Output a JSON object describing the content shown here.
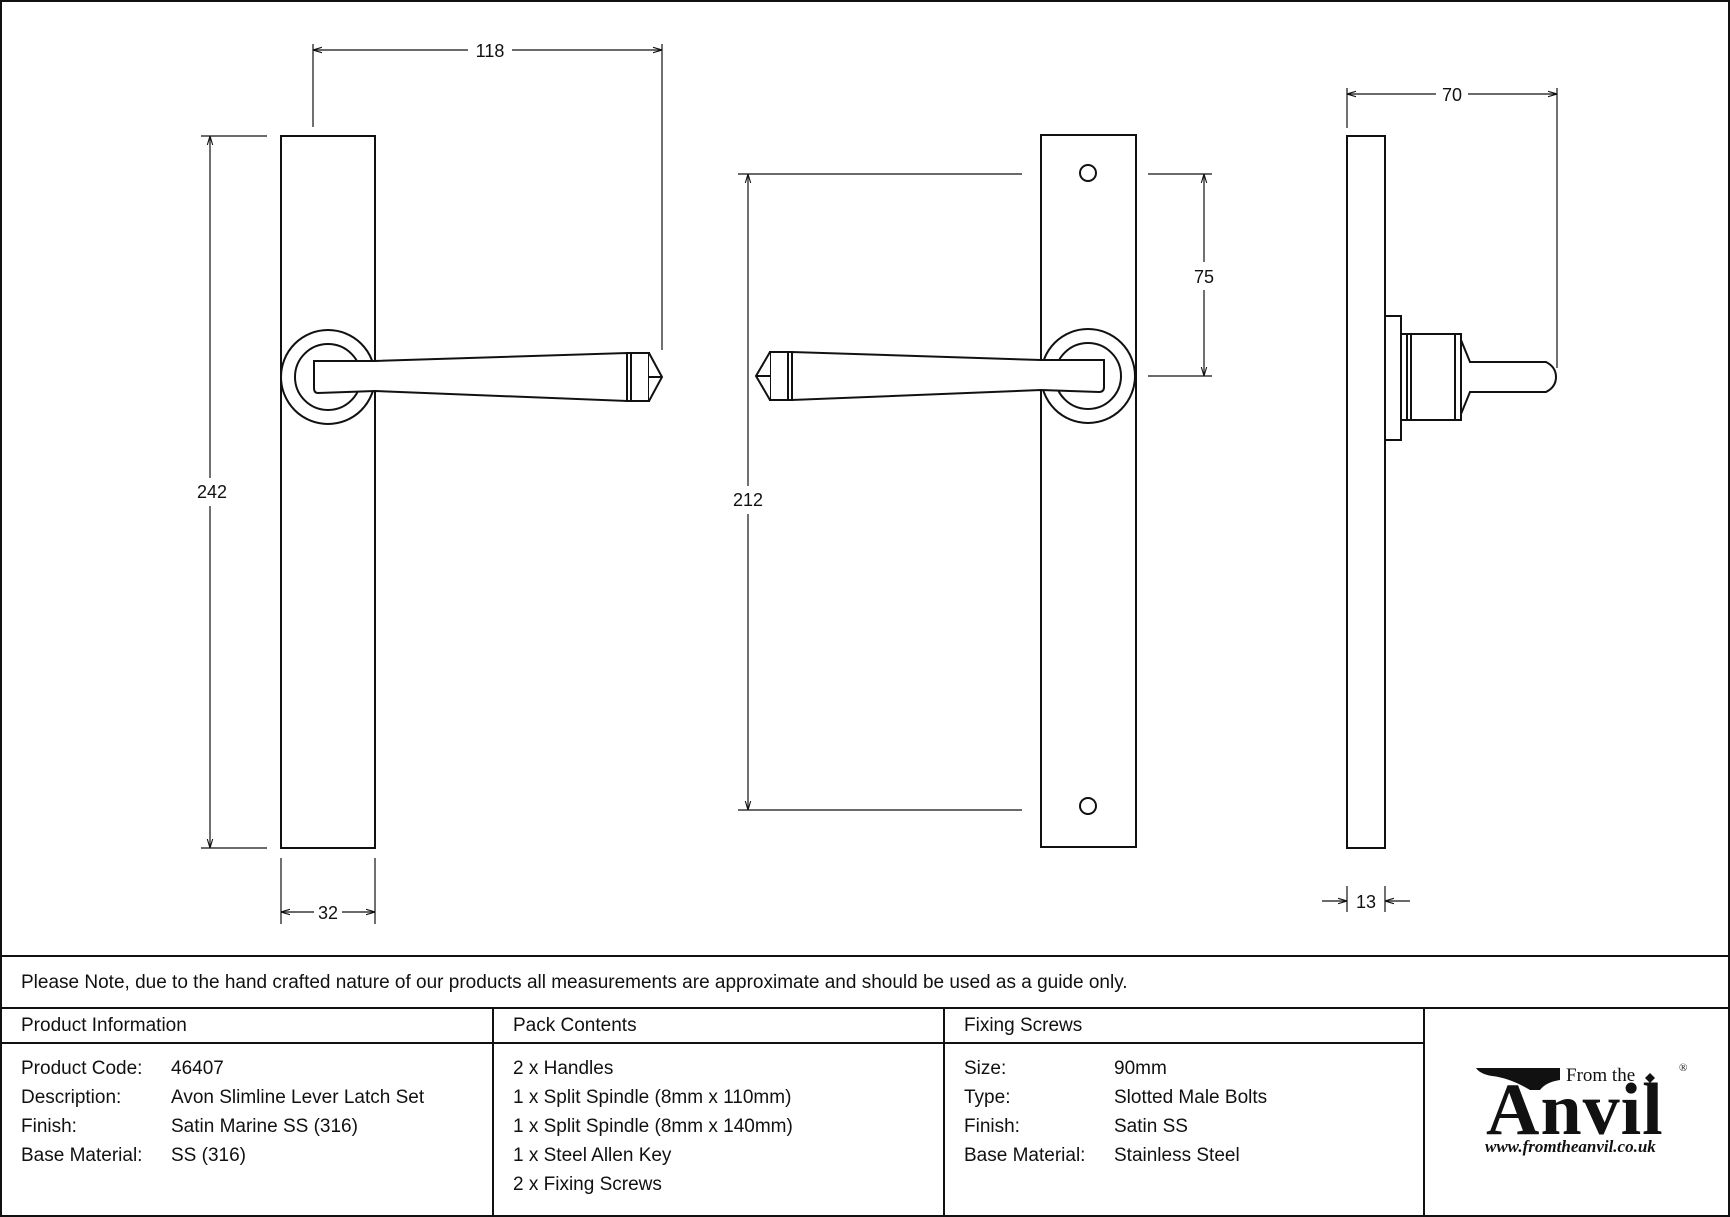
{
  "drawing": {
    "front_view": {
      "width_dim": "118",
      "height_dim": "242",
      "plate_width_dim": "32"
    },
    "rear_view": {
      "centres_dim": "212",
      "hole_to_spindle_dim": "75"
    },
    "side_view": {
      "projection_dim": "70",
      "plate_thickness_dim": "13"
    }
  },
  "note": "Please Note, due to the hand crafted nature of our products all measurements are approximate and should be used as a guide only.",
  "product_info": {
    "header": "Product Information",
    "rows": [
      {
        "label": "Product Code:",
        "value": "46407"
      },
      {
        "label": "Description:",
        "value": "Avon Slimline Lever Latch Set"
      },
      {
        "label": "Finish:",
        "value": "Satin Marine SS (316)"
      },
      {
        "label": "Base Material:",
        "value": "SS (316)"
      }
    ]
  },
  "pack_contents": {
    "header": "Pack Contents",
    "items": [
      "2 x Handles",
      "1 x Split Spindle (8mm x 110mm)",
      "1 x Split Spindle (8mm x 140mm)",
      "1 x Steel Allen Key",
      "2 x Fixing Screws"
    ]
  },
  "fixing_screws": {
    "header": "Fixing Screws",
    "rows": [
      {
        "label": "Size:",
        "value": "90mm"
      },
      {
        "label": "Type:",
        "value": "Slotted Male Bolts"
      },
      {
        "label": "Finish:",
        "value": "Satin SS"
      },
      {
        "label": "Base Material:",
        "value": "Stainless Steel"
      }
    ]
  },
  "logo": {
    "from_the": "From the",
    "anvil": "Anvil",
    "registered": "®",
    "url": "www.fromtheanvil.co.uk"
  }
}
